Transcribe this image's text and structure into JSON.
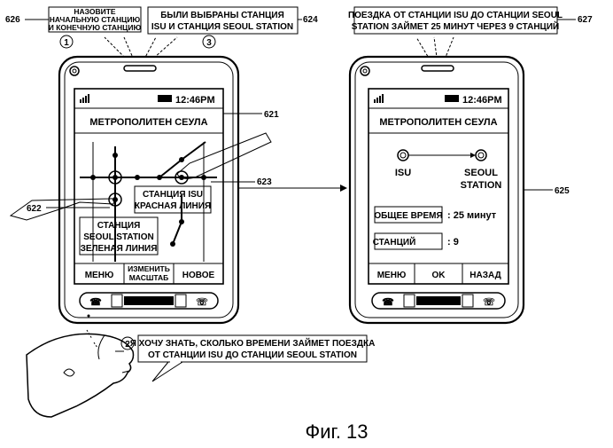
{
  "callouts": {
    "n626_line1": "НАЗОВИТЕ",
    "n626_line2": "НАЧАЛЬНУЮ СТАНЦИЮ",
    "n626_line3": "И КОНЕЧНУЮ СТАНЦИЮ",
    "n624_line1": "БЫЛИ ВЫБРАНЫ СТАНЦИЯ",
    "n624_line2": "ISU И СТАНЦИЯ SEOUL STATION",
    "n627_line1": "ПОЕЗДКА ОТ СТАНЦИИ ISU ДО СТАНЦИИ SEOUL",
    "n627_line2": "STATION ЗАЙМЕТ 25 МИНУТ ЧЕРЕЗ 9 СТАНЦИЙ",
    "user_line1": "Я ХОЧУ ЗНАТЬ, СКОЛЬКО ВРЕМЕНИ ЗАЙМЕТ ПОЕЗДКА",
    "user_line2": "ОТ СТАНЦИИ ISU ДО СТАНЦИИ SEOUL STATION"
  },
  "refs": {
    "r626": "626",
    "r624": "624",
    "r627": "627",
    "r621": "621",
    "r623": "623",
    "r622": "622",
    "r625": "625"
  },
  "steps": {
    "s1": "1",
    "s2": "2",
    "s3": "3"
  },
  "phone_left": {
    "time": "12:46PM",
    "title": "МЕТРОПОЛИТЕН СЕУЛА",
    "label_isu_1": "СТАНЦИЯ ISU",
    "label_isu_2": "КРАСНАЯ ЛИНИЯ",
    "label_seoul_1": "СТАНЦИЯ",
    "label_seoul_2": "SEOUL STATION",
    "label_seoul_3": "ЗЕЛЕНАЯ ЛИНИЯ",
    "soft_menu": "МЕНЮ",
    "soft_zoom_1": "ИЗМЕНИТЬ",
    "soft_zoom_2": "МАСШТАБ",
    "soft_new": "НОВОЕ"
  },
  "phone_right": {
    "time": "12:46PM",
    "title": "МЕТРОПОЛИТЕН СЕУЛА",
    "from_station": "ISU",
    "to_station_1": "SEOUL",
    "to_station_2": "STATION",
    "total_time_label": "ОБЩЕЕ ВРЕМЯ",
    "total_time_value": ": 25 минут",
    "stations_label": "СТАНЦИЙ",
    "stations_value": ": 9",
    "soft_menu": "МЕНЮ",
    "soft_ok": "OK",
    "soft_back": "НАЗАД"
  },
  "caption": "Фиг. 13"
}
